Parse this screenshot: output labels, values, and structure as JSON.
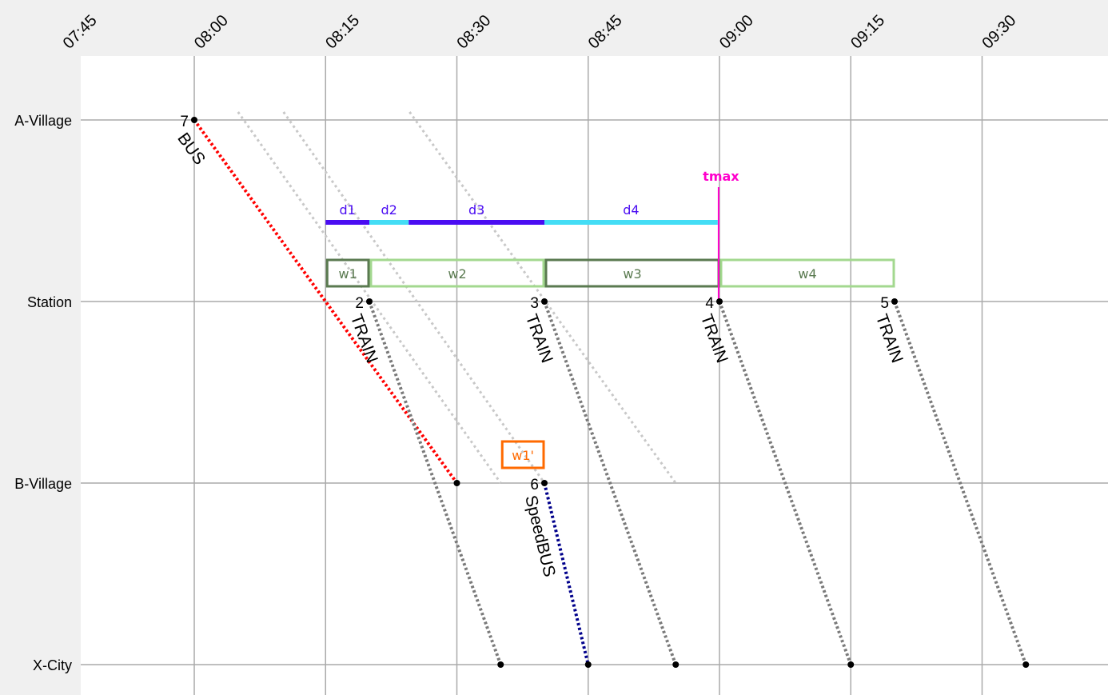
{
  "time_axis": {
    "ticks": [
      "07:45",
      "08:00",
      "08:15",
      "08:30",
      "08:45",
      "09:00",
      "09:15",
      "09:30"
    ],
    "tick_minutes": [
      -15,
      0,
      15,
      30,
      45,
      60,
      75,
      90
    ]
  },
  "stations": [
    {
      "name": "A-Village"
    },
    {
      "name": "Station"
    },
    {
      "name": "B-Village"
    },
    {
      "name": "X-City"
    }
  ],
  "trips": [
    {
      "id": "7",
      "route": "BUS",
      "from": 0,
      "to": 2,
      "dep": 0,
      "arr": 30,
      "color": "#ff0000"
    },
    {
      "id": "2",
      "route": "TRAIN",
      "from": 1,
      "to": 3,
      "dep": 20,
      "arr": 35,
      "color": "#7a7a7a"
    },
    {
      "id": "3",
      "route": "TRAIN",
      "from": 1,
      "to": 3,
      "dep": 40,
      "arr": 55,
      "color": "#7a7a7a"
    },
    {
      "id": "4",
      "route": "TRAIN",
      "from": 1,
      "to": 3,
      "dep": 60,
      "arr": 75,
      "color": "#7a7a7a"
    },
    {
      "id": "5",
      "route": "TRAIN",
      "from": 1,
      "to": 3,
      "dep": 80,
      "arr": 95,
      "color": "#7a7a7a"
    },
    {
      "id": "6",
      "route": "SpeedBUS",
      "from": 2,
      "to": 3,
      "dep": 40,
      "arr": 45,
      "color": "#00008b"
    }
  ],
  "ghost_trips": [
    {
      "dep": 5,
      "arr": 35
    },
    {
      "dep": 10.2,
      "arr": 40
    },
    {
      "dep": 24.6,
      "arr": 55
    }
  ],
  "delays": [
    {
      "label": "d1",
      "start": 15,
      "end": 20,
      "color": "#4a0cf2"
    },
    {
      "label": "d2",
      "start": 20,
      "end": 24.5,
      "color": "#44ddf5"
    },
    {
      "label": "d3",
      "start": 24.5,
      "end": 40,
      "color": "#4a0cf2"
    },
    {
      "label": "d4",
      "start": 40,
      "end": 59.8,
      "color": "#44ddf5"
    }
  ],
  "delay_label_color": "#4a0cf2",
  "waits": [
    {
      "label": "w1",
      "start": 15,
      "end": 20,
      "color": "#5a7a50"
    },
    {
      "label": "w2",
      "start": 20,
      "end": 40,
      "color": "#a3d88f"
    },
    {
      "label": "w3",
      "start": 40,
      "end": 60,
      "color": "#5a7a50"
    },
    {
      "label": "w4",
      "start": 60,
      "end": 80,
      "color": "#a3d88f"
    }
  ],
  "alt_wait": {
    "label": "w1'",
    "start": 35,
    "end": 40,
    "color": "#ff6a00"
  },
  "tmax": {
    "label": "tmax",
    "minute": 59.9,
    "color": "#ff00cc"
  }
}
